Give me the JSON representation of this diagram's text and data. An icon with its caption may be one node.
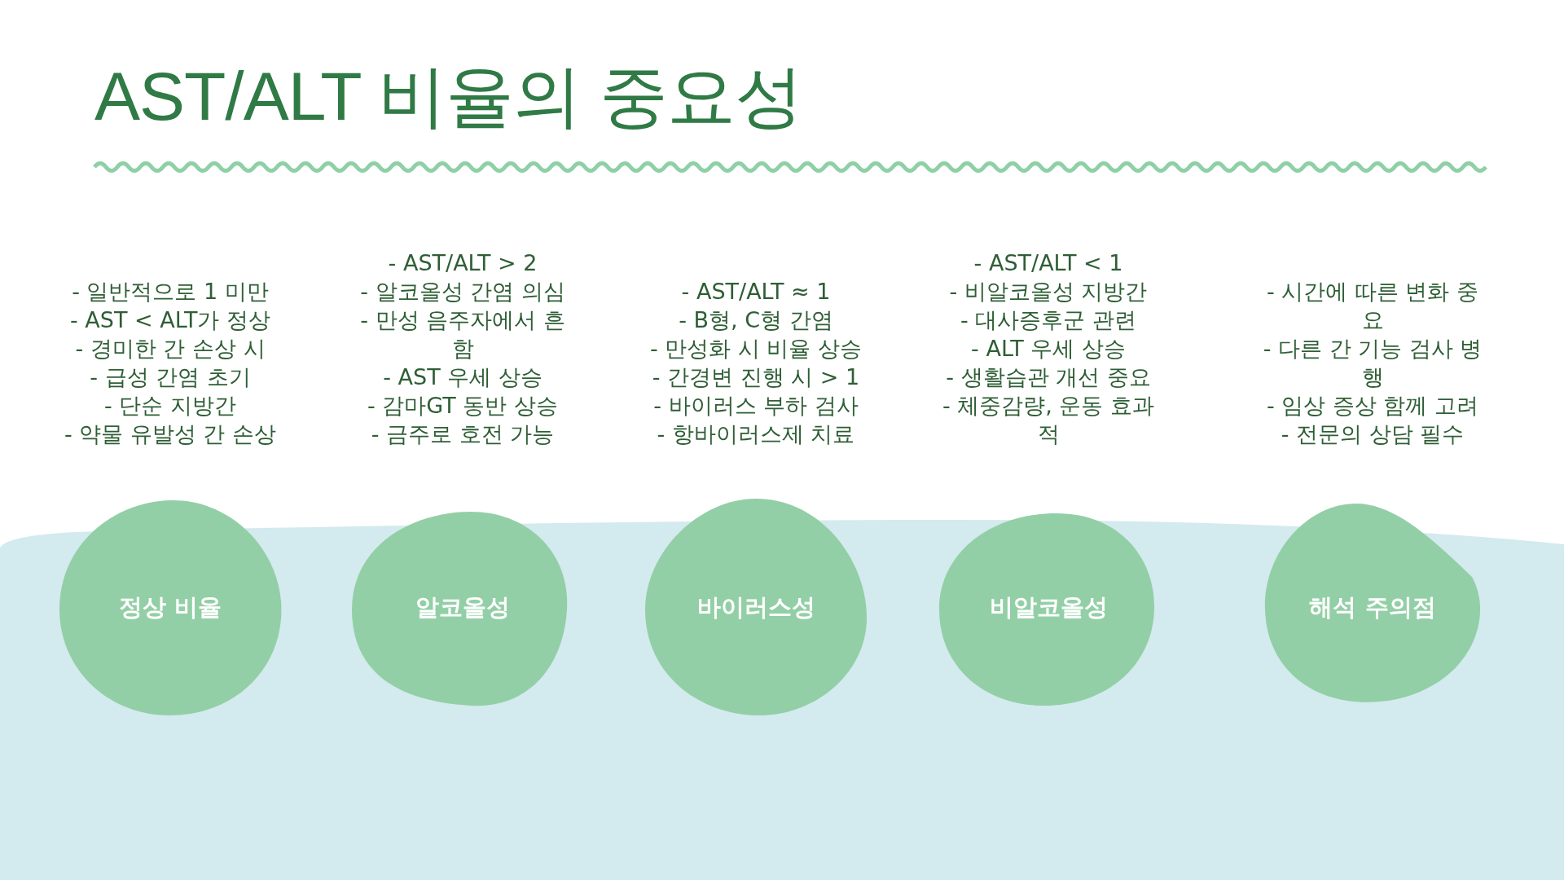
{
  "diagram": {
    "title": "AST/ALT 비율의 중요성",
    "nodes": [
      {
        "text": [
          "정상 비율"
        ],
        "beside": [
          "- 일반적으로 1 미만",
          "- AST < ALT가 정상",
          "- 경미한 간 손상 시",
          "- 급성 간염 초기",
          "- 단순 지방간",
          "- 약물 유발성 간 손상"
        ]
      },
      {
        "text": [
          "알코올성"
        ],
        "beside": [
          "- AST/ALT > 2",
          "- 알코올성 간염 의심",
          "- 만성 음주자에서 흔함",
          "- AST 우세 상승",
          "- 감마GT 동반 상승",
          "- 금주로 호전 가능"
        ]
      },
      {
        "text": [
          "바이러스성"
        ],
        "beside": [
          "- AST/ALT ≈ 1",
          "- B형, C형 간염",
          "- 만성화 시 비율 상승",
          "- 간경변 진행 시 > 1",
          "- 바이러스 부하 검사",
          "- 항바이러스제 치료"
        ]
      },
      {
        "text": [
          "비알코올성"
        ],
        "beside": [
          "- AST/ALT < 1",
          "- 비알코올성 지방간",
          "- 대사증후군 관련",
          "- ALT 우세 상승",
          "- 생활습관 개선 중요",
          "- 체중감량, 운동 효과적"
        ]
      },
      {
        "text": [
          "해석 주의점"
        ],
        "beside": [
          "- 시간에 따른 변화 중요",
          "- 다른 간 기능 검사 병행",
          "- 임상 증상 함께 고려",
          "- 전문의 상담 필수"
        ]
      }
    ],
    "edges": []
  }
}
